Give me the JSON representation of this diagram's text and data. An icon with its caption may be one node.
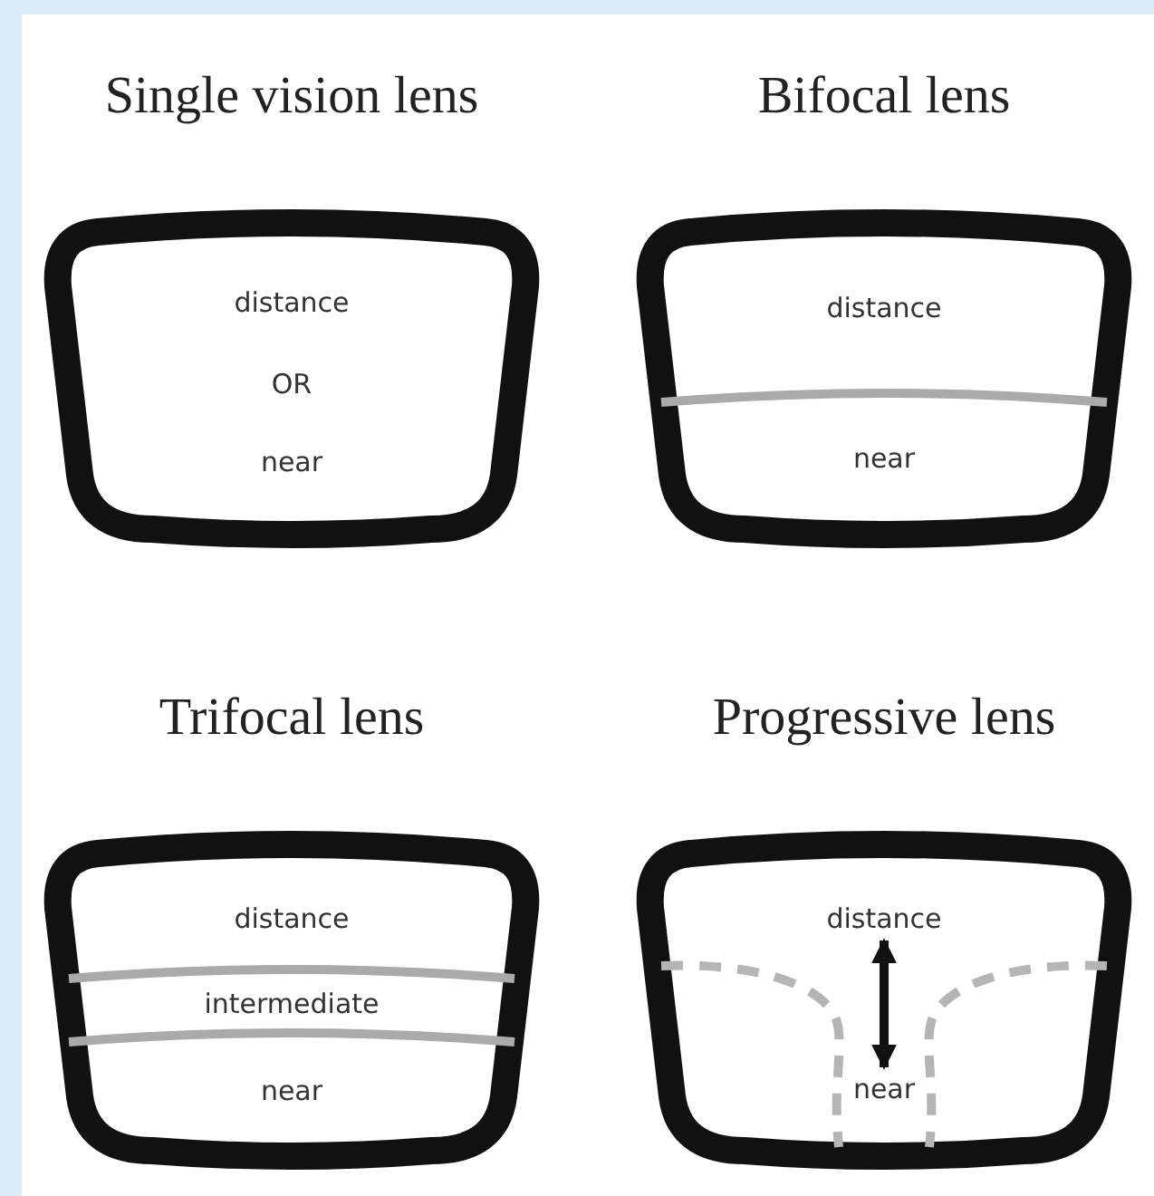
{
  "diagram": {
    "nodes": [
      {
        "text": [
          "Single vision lens",
          "distance",
          "OR",
          "near"
        ]
      },
      {
        "text": [
          "Bifocal lens",
          "distance",
          "near"
        ]
      },
      {
        "text": [
          "Trifocal lens",
          "distance",
          "intermediate",
          "near"
        ]
      },
      {
        "text": [
          "Progressive lens"
        ]
      },
      {
        "text": [
          "distance"
        ],
        "in": 3
      },
      {
        "text": [
          "near"
        ],
        "in": 3
      }
    ],
    "edges": [
      {
        "from": 4,
        "to": 5,
        "arrow": "both"
      }
    ]
  }
}
